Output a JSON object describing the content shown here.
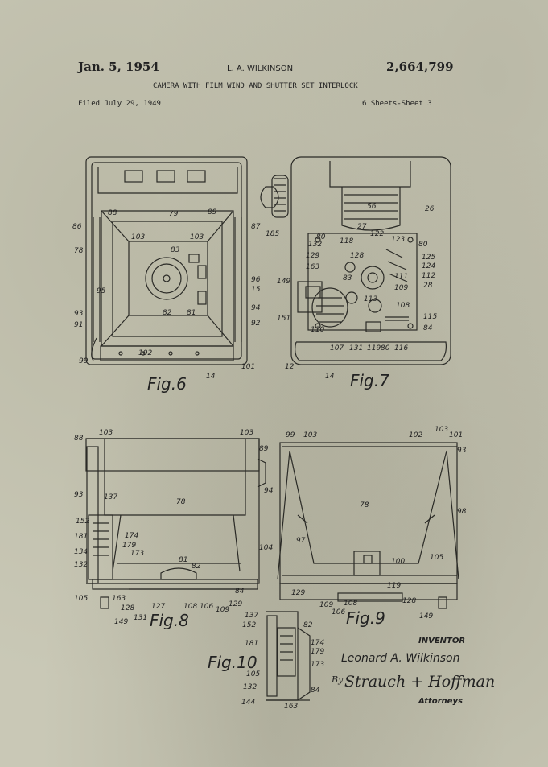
{
  "header": {
    "date": "Jan. 5, 1954",
    "inventor_name": "L. A. WILKINSON",
    "patent_number": "2,664,799",
    "title": "CAMERA WITH FILM WIND AND SHUTTER SET INTERLOCK",
    "filed": "Filed July 29, 1949",
    "sheets": "6 Sheets-Sheet 3"
  },
  "figures": {
    "fig6": "Fig.6",
    "fig7": "Fig.7",
    "fig8": "Fig.8",
    "fig9": "Fig.9",
    "fig10": "Fig.10"
  },
  "refs": {
    "fig6": [
      "88",
      "79",
      "89",
      "86",
      "87",
      "103",
      "103",
      "78",
      "83",
      "96",
      "15",
      "95",
      "93",
      "94",
      "91",
      "92",
      "82",
      "81",
      "99",
      "102",
      "101",
      "14"
    ],
    "fig7": [
      "26",
      "56",
      "27",
      "80",
      "122",
      "123",
      "118",
      "132",
      "128",
      "80",
      "129",
      "125",
      "163",
      "124",
      "83",
      "111",
      "112",
      "149",
      "28",
      "109",
      "113",
      "151",
      "108",
      "115",
      "110",
      "84",
      "107",
      "131",
      "119",
      "80",
      "116",
      "12",
      "14",
      "185"
    ],
    "fig8": [
      "88",
      "103",
      "103",
      "89",
      "93",
      "137",
      "94",
      "78",
      "152",
      "181",
      "174",
      "179",
      "173",
      "134",
      "104",
      "132",
      "81",
      "82",
      "105",
      "163",
      "84",
      "128",
      "127",
      "108",
      "106",
      "109",
      "129",
      "149",
      "131"
    ],
    "fig9": [
      "99",
      "103",
      "102",
      "103",
      "101",
      "93",
      "78",
      "98",
      "97",
      "100",
      "105",
      "119",
      "129",
      "109",
      "108",
      "106",
      "128",
      "149"
    ],
    "fig10": [
      "137",
      "152",
      "82",
      "181",
      "174",
      "179",
      "173",
      "105",
      "132",
      "84",
      "144",
      "163"
    ]
  },
  "signature": {
    "inventor_label": "INVENTOR",
    "inventor": "Leonard A. Wilkinson",
    "by": "By",
    "attorneys_firm": "Strauch + Hoffman",
    "attorneys_label": "Attorneys"
  }
}
